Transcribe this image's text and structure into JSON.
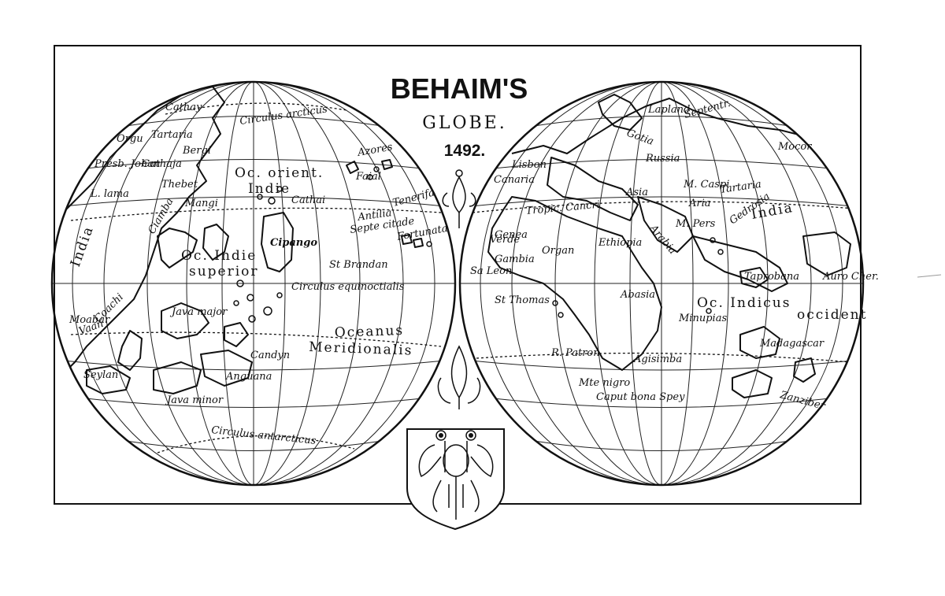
{
  "title": "BEHAIM'S",
  "subtitle": "GLOBE.",
  "year": "1492.",
  "west_hemisphere": {
    "labels": [
      "Cathay",
      "Circulus arcticus",
      "Orgu",
      "Tartaria",
      "Bergi",
      "Cathaja",
      "Presb. Johan",
      "Thebet",
      "L. lama",
      "Mangi",
      "Ciamba",
      "Oc. orient.",
      "Indie",
      "Cathai",
      "Azores",
      "Faial",
      "Tenerifa",
      "Antilia",
      "Septe citade",
      "Fortunata",
      "Cipango",
      "Oc. Indie",
      "superior",
      "St Brandan",
      "Circulus equinoctialis",
      "Moabar",
      "Coachi",
      "Vaan",
      "Java major",
      "Oceanus",
      "Meridionalis",
      "Candyn",
      "Seylan",
      "Anguana",
      "Java minor",
      "Circulus antarcticus",
      "India"
    ]
  },
  "east_hemisphere": {
    "labels": [
      "Lapland",
      "Septentr.",
      "Gotia",
      "Lisbon",
      "Russia",
      "Mocor",
      "Canaria",
      "Asia",
      "M. Caspi",
      "Tartaria",
      "Aria",
      "Tropic. Cancri",
      "Gedrosia",
      "India",
      "Genea",
      "Verde",
      "Organ",
      "Ethiopia",
      "Arabia",
      "M. Pers",
      "Gambia",
      "Sa Leon",
      "Taprobana",
      "Auro Cher.",
      "St Thomas",
      "Abasia",
      "Oc. Indicus",
      "occident",
      "Minupias",
      "Madagascar",
      "R. Patron",
      "Agisimba",
      "Mte nigro",
      "Caput bona Spey",
      "Zanziber"
    ]
  }
}
